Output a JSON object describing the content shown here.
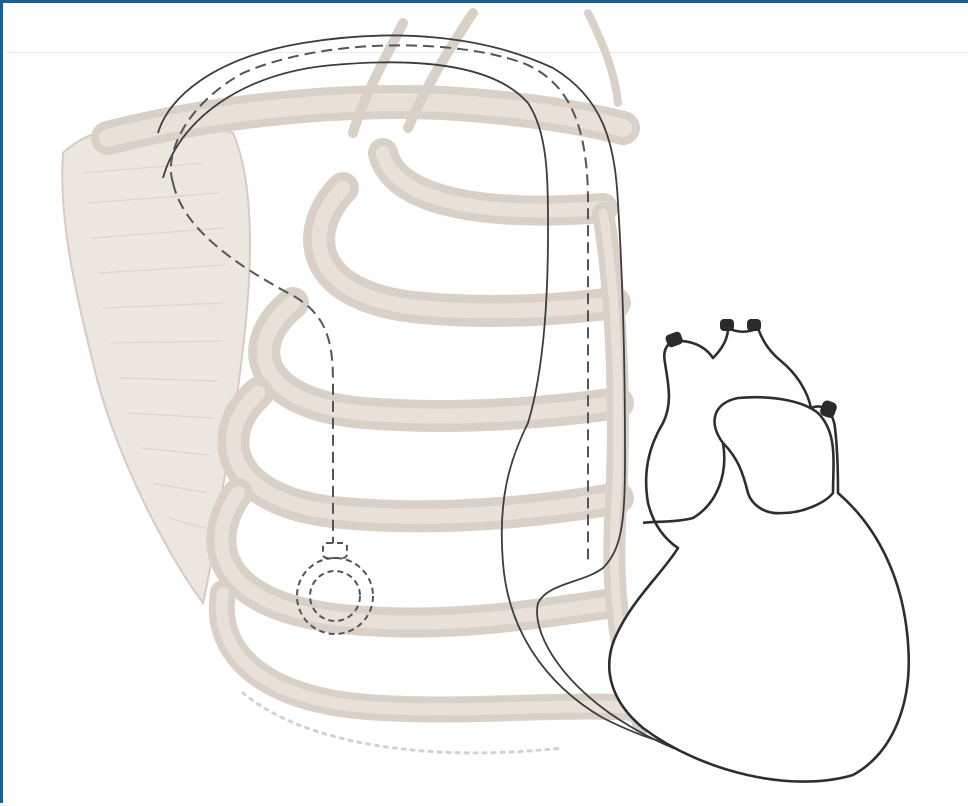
{
  "figure": {
    "type": "anatomical-illustration",
    "elements": [
      "clavicle",
      "rib-cage",
      "scapula",
      "heart",
      "pacemaker-lead-solid",
      "pacemaker-lead-dashed",
      "pacemaker-device-dashed"
    ],
    "colors": {
      "border": "#1f5f8b",
      "bone": "#d9d0c8",
      "outline": "#2e2e2e",
      "lead": "#3d3d3d"
    }
  }
}
